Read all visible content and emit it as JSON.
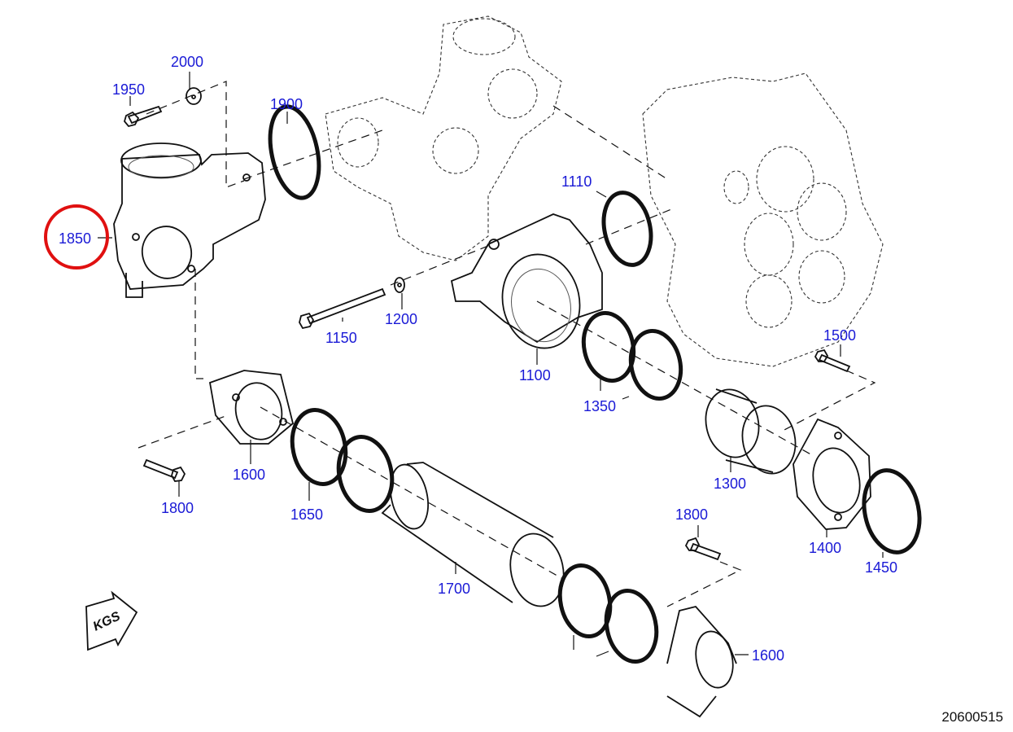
{
  "diagram": {
    "type": "exploded-parts-diagram",
    "document_number": "20600515",
    "orientation_marker": "KGS",
    "highlighted_part": "1850",
    "label_color": "#1a1ad6",
    "highlight_color": "#e01010",
    "parts": [
      {
        "id": "2000",
        "label": "2000",
        "kind": "washer"
      },
      {
        "id": "1950",
        "label": "1950",
        "kind": "bolt"
      },
      {
        "id": "1900",
        "label": "1900",
        "kind": "o-ring"
      },
      {
        "id": "1850",
        "label": "1850",
        "kind": "elbow-housing"
      },
      {
        "id": "1110",
        "label": "1110",
        "kind": "o-ring"
      },
      {
        "id": "1150",
        "label": "1150",
        "kind": "long-bolt"
      },
      {
        "id": "1200",
        "label": "1200",
        "kind": "washer"
      },
      {
        "id": "1100",
        "label": "1100",
        "kind": "bearing-housing"
      },
      {
        "id": "1500",
        "label": "1500",
        "kind": "bolt"
      },
      {
        "id": "1350",
        "label": "1350",
        "kind": "o-ring-pair"
      },
      {
        "id": "1600a",
        "label": "1600",
        "kind": "flange"
      },
      {
        "id": "1800a",
        "label": "1800",
        "kind": "bolt"
      },
      {
        "id": "1650",
        "label": "1650",
        "kind": "o-ring-pair"
      },
      {
        "id": "1300",
        "label": "1300",
        "kind": "sleeve"
      },
      {
        "id": "1700",
        "label": "1700",
        "kind": "tube"
      },
      {
        "id": "1800b",
        "label": "1800",
        "kind": "bolt"
      },
      {
        "id": "1400",
        "label": "1400",
        "kind": "flange"
      },
      {
        "id": "1450",
        "label": "1450",
        "kind": "o-ring"
      },
      {
        "id": "1600b",
        "label": "1600",
        "kind": "flange"
      }
    ]
  }
}
